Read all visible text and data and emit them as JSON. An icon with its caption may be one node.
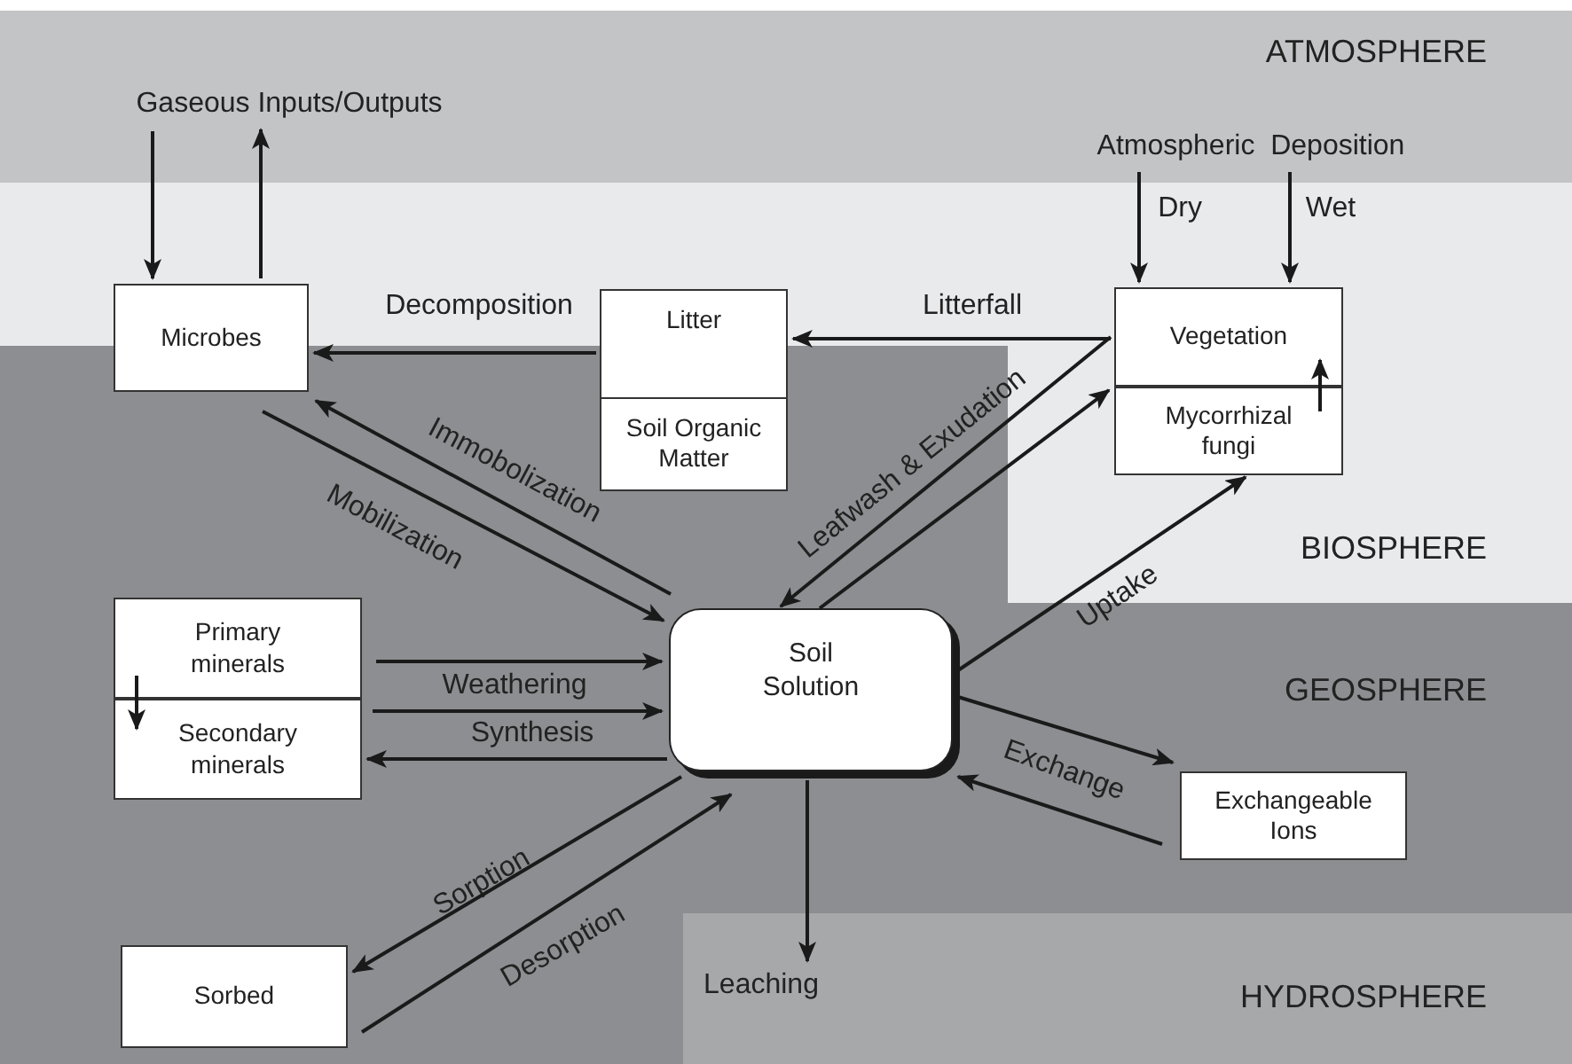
{
  "diagram": {
    "nodes": [
      {
        "text": [
          "Gaseous Inputs/Outputs"
        ]
      },
      {
        "text": [
          "Microbes"
        ]
      },
      {
        "text": [
          "Litter",
          "Soil Organic Matter"
        ]
      },
      {
        "text": [
          "Atmospheric  Deposition"
        ]
      },
      {
        "text": [
          "Vegetation"
        ]
      },
      {
        "text": [
          "Mycorrhizal fungi"
        ]
      },
      {
        "text": [
          "Primary minerals"
        ]
      },
      {
        "text": [
          "Secondary minerals"
        ]
      },
      {
        "text": [
          "Soil Solution"
        ]
      },
      {
        "text": [
          "Exchangeable Ions"
        ]
      },
      {
        "text": [
          "Sorbed"
        ]
      },
      {
        "text": [
          "Leaching"
        ]
      }
    ],
    "edges": [
      {
        "from": 0,
        "to": 1,
        "arrow": "to"
      },
      {
        "from": 1,
        "to": 0,
        "arrow": "to"
      },
      {
        "from": 2,
        "to": 1,
        "arrow": "to",
        "label": "Decomposition"
      },
      {
        "from": 4,
        "to": 2,
        "arrow": "to",
        "label": "Litterfall"
      },
      {
        "from": 3,
        "to": 4,
        "arrow": "to",
        "label": "Dry"
      },
      {
        "from": 3,
        "to": 4,
        "arrow": "to",
        "label": "Wet"
      },
      {
        "from": 5,
        "to": 4,
        "arrow": "to"
      },
      {
        "from": 1,
        "to": 8,
        "arrow": "to",
        "label": "Mobilization"
      },
      {
        "from": 8,
        "to": 1,
        "arrow": "to",
        "label": "Immobolization"
      },
      {
        "from": 4,
        "to": 8,
        "arrow": "to",
        "label": "Leafwash & Exudation"
      },
      {
        "from": 8,
        "to": 4,
        "arrow": "to"
      },
      {
        "from": 8,
        "to": 5,
        "arrow": "to",
        "label": "Uptake"
      },
      {
        "from": 6,
        "to": 8,
        "arrow": "to"
      },
      {
        "from": 7,
        "to": 8,
        "arrow": "to",
        "label": "Weathering"
      },
      {
        "from": 8,
        "to": 7,
        "arrow": "to",
        "label": "Synthesis"
      },
      {
        "from": 8,
        "to": 10,
        "arrow": "to",
        "label": "Sorption"
      },
      {
        "from": 10,
        "to": 8,
        "arrow": "to",
        "label": "Desorption"
      },
      {
        "from": 8,
        "to": 9,
        "arrow": "to",
        "label": "Exchange"
      },
      {
        "from": 9,
        "to": 8,
        "arrow": "to"
      },
      {
        "from": 8,
        "to": 11,
        "arrow": "to"
      },
      {
        "from": 6,
        "to": 7,
        "arrow": "to"
      }
    ],
    "labels": [
      "ATMOSPHERE",
      "BIOSPHERE",
      "GEOSPHERE",
      "HYDROSPHERE"
    ]
  }
}
